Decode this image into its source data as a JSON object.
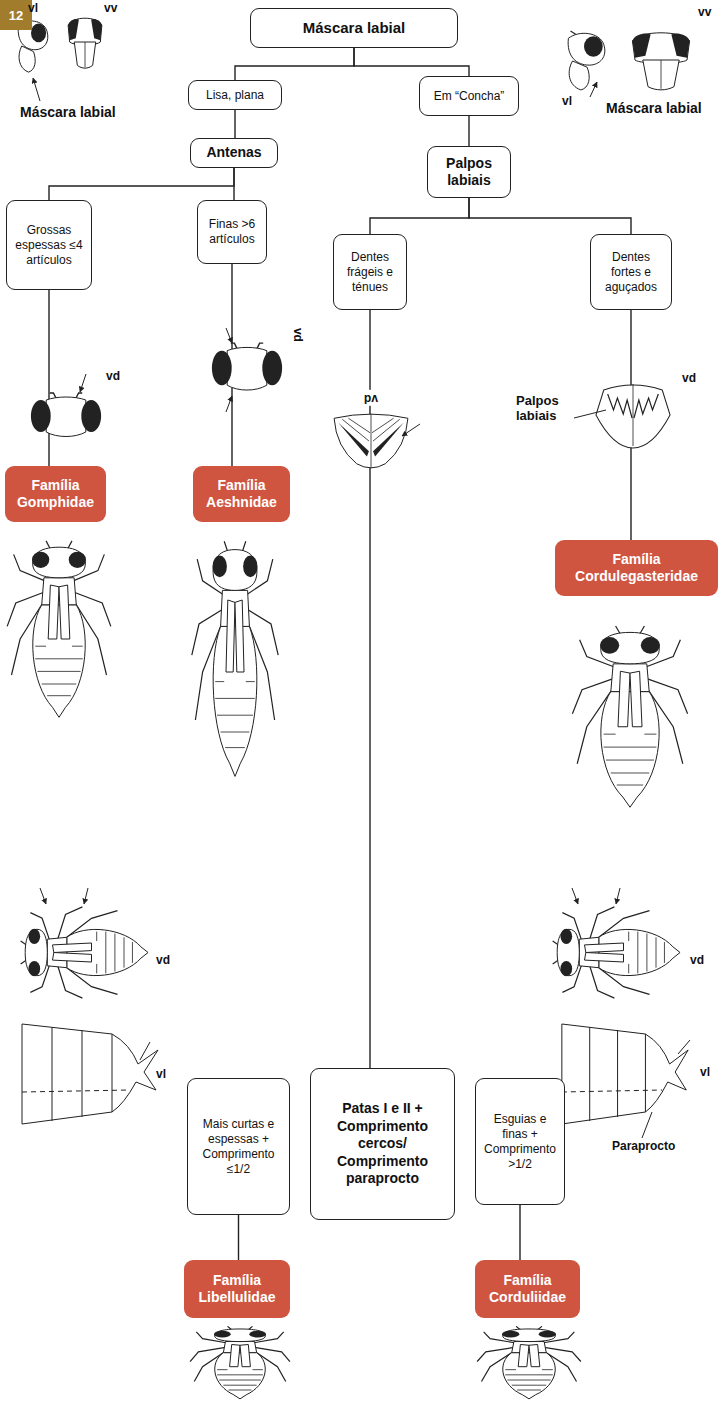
{
  "diagram": {
    "nodes": [
      {
        "text": [
          "12"
        ]
      },
      {
        "text": [
          "Máscara labial"
        ]
      },
      {
        "text": [
          "Lisa, plana"
        ]
      },
      {
        "text": [
          "Em “Concha”"
        ]
      },
      {
        "text": [
          "Antenas"
        ]
      },
      {
        "text": [
          "Palpos labiais"
        ]
      },
      {
        "text": [
          "Grossas espessas ≤4 artículos"
        ]
      },
      {
        "text": [
          "Finas >6 artículos"
        ]
      },
      {
        "text": [
          "Dentes frágeis e ténues"
        ]
      },
      {
        "text": [
          "Dentes fortes e aguçados"
        ]
      },
      {
        "text": [
          "Família Gomphidae"
        ]
      },
      {
        "text": [
          "Família Aeshnidae"
        ]
      },
      {
        "text": [
          "Família Cordulegasteridae"
        ]
      },
      {
        "text": [
          "Mais curtas e espessas + Comprimento ≤1/2"
        ]
      },
      {
        "text": [
          "Patas I e II + Comprimento cercos/ Comprimento paraprocto"
        ]
      },
      {
        "text": [
          "Esguias e finas + Comprimento >1/2"
        ]
      },
      {
        "text": [
          "Família Libellulidae"
        ]
      },
      {
        "text": [
          "Família Corduliidae"
        ]
      }
    ],
    "edges": [
      {
        "from": 1,
        "to": 2,
        "arrow": "none"
      },
      {
        "from": 1,
        "to": 3,
        "arrow": "none"
      },
      {
        "from": 2,
        "to": 4,
        "arrow": "none"
      },
      {
        "from": 3,
        "to": 5,
        "arrow": "none"
      },
      {
        "from": 4,
        "to": 6,
        "arrow": "none"
      },
      {
        "from": 4,
        "to": 7,
        "arrow": "none"
      },
      {
        "from": 5,
        "to": 8,
        "arrow": "none"
      },
      {
        "from": 5,
        "to": 9,
        "arrow": "none"
      },
      {
        "from": 6,
        "to": 10,
        "arrow": "none"
      },
      {
        "from": 7,
        "to": 11,
        "arrow": "none"
      },
      {
        "from": 8,
        "to": 14,
        "arrow": "none"
      },
      {
        "from": 9,
        "to": 12,
        "arrow": "none"
      },
      {
        "from": 13,
        "to": 16,
        "arrow": "none"
      },
      {
        "from": 15,
        "to": 17,
        "arrow": "none"
      }
    ],
    "labels": [
      "vl",
      "vv",
      "Máscara labial",
      "vl",
      "vv",
      "Máscara labial",
      "vd",
      "vd",
      "vd",
      "Palpos labiais",
      "vd",
      "vd",
      "vl",
      "vd",
      "vl",
      "Paraprocto"
    ]
  }
}
